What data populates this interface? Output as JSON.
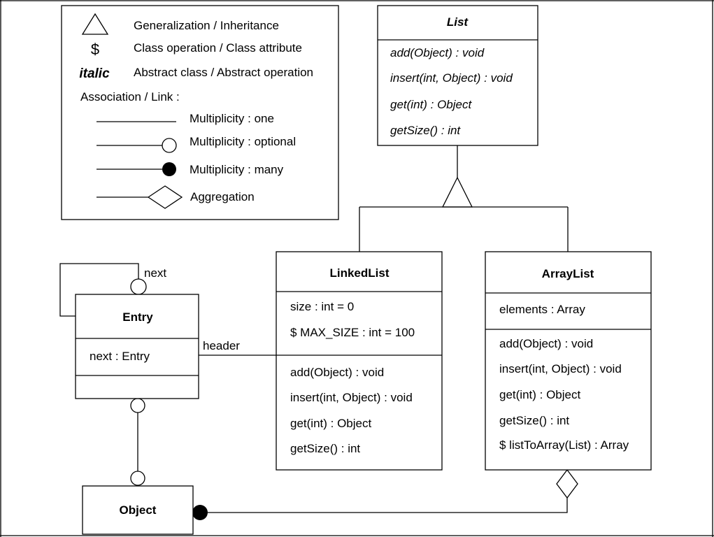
{
  "legend": {
    "rows": [
      {
        "symbol": "triangle",
        "text": "Generalization / Inheritance"
      },
      {
        "symbol": "$",
        "text": "Class operation / Class attribute"
      },
      {
        "symbol": "italic",
        "text": "Abstract class / Abstract operation"
      }
    ],
    "association_heading": "Association / Link :",
    "lines": [
      {
        "end": "none",
        "text": "Multiplicity : one"
      },
      {
        "end": "open-circle",
        "text": "Multiplicity : optional"
      },
      {
        "end": "filled-circle",
        "text": "Multiplicity : many"
      },
      {
        "end": "diamond",
        "text": "Aggregation"
      }
    ]
  },
  "classes": {
    "list": {
      "name": "List",
      "operations": [
        "add(Object) : void",
        "insert(int, Object) : void",
        "get(int) : Object",
        "getSize() : int"
      ]
    },
    "linkedlist": {
      "name": "LinkedList",
      "attributes": [
        "size : int = 0",
        "$ MAX_SIZE : int = 100"
      ],
      "operations": [
        "add(Object) : void",
        "insert(int, Object) : void",
        "get(int) : Object",
        "getSize() : int"
      ]
    },
    "arraylist": {
      "name": "ArrayList",
      "attributes": [
        "elements : Array"
      ],
      "operations": [
        "add(Object) : void",
        "insert(int, Object) : void",
        "get(int) : Object",
        "getSize() : int",
        "$ listToArray(List) : Array"
      ]
    },
    "entry": {
      "name": "Entry",
      "attributes": [
        "next : Entry"
      ]
    },
    "object": {
      "name": "Object"
    }
  },
  "associations": {
    "self_label": "next",
    "header_label": "header"
  }
}
